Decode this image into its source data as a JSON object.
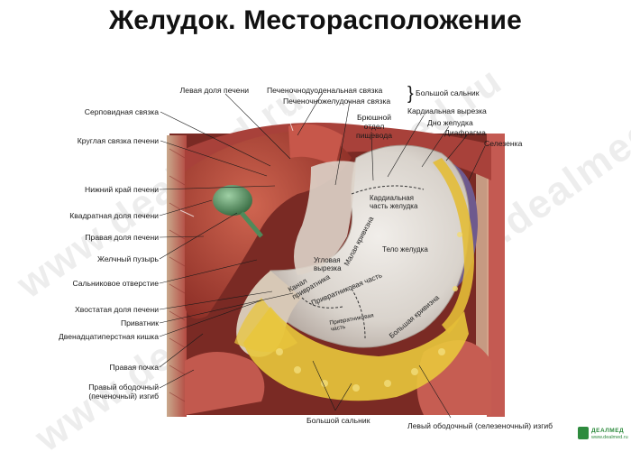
{
  "title": "Желудок. Месторасположение",
  "watermark": {
    "text": "www.dealmed.ru"
  },
  "logo": {
    "name": "ДЕАЛМЕД",
    "site": "www.dealmed.ru"
  },
  "colors": {
    "liver": "#b4473a",
    "stomach": "#dcd8d3",
    "fat": "#e8c63c",
    "gallbladder": "#4f8a5a",
    "spleen": "#6e5a8e",
    "muscle": "#b84a45"
  },
  "labels": {
    "left_liver_lobe": "Левая доля печени",
    "hepatoduodenal_ligament": "Печеночнодуоденальная связка",
    "hepatogastric_ligament": "Печеночножелудочная связка",
    "lesser_omentum": "Большой сальник",
    "falciform_ligament": "Серповидная связка",
    "round_ligament": "Круглая связка печени",
    "abdominal_esophagus": "Брюшной отдел\nпищевода",
    "cardiac_notch": "Кардиальная вырезка",
    "fundus": "Дно желудка",
    "diaphragm": "Диафрагма",
    "spleen": "Селезенка",
    "lower_liver_edge": "Нижний край печени",
    "quadrate_lobe": "Квадратная доля печени",
    "right_liver_lobe": "Правая доля печени",
    "gallbladder": "Желчный пузырь",
    "omental_foramen": "Сальниковое отверстие",
    "caudate_lobe": "Хвостатая доля печени",
    "pylorus": "Приватник",
    "duodenum": "Двенадцатиперстная кишка",
    "right_kidney": "Правая почка",
    "right_colic_flexure": "Правый ободочный\n(печеночный) изгиб",
    "greater_omentum": "Большой сальник",
    "left_colic_flexure": "Левый ободочный (селезеночный) изгиб",
    "cardiac_part": "Кардиальная\nчасть желудка",
    "stomach_body": "Тело желудка",
    "angular_notch": "Угловая\nвырезка",
    "lesser_curvature": "Малая кривизна",
    "greater_curvature": "Большая кривизна",
    "pyloric_canal": "Канал\nпривратника",
    "pyloric_part": "Привратниковая часть",
    "pyloric_part_small": "Привратниковая\nчасть"
  }
}
